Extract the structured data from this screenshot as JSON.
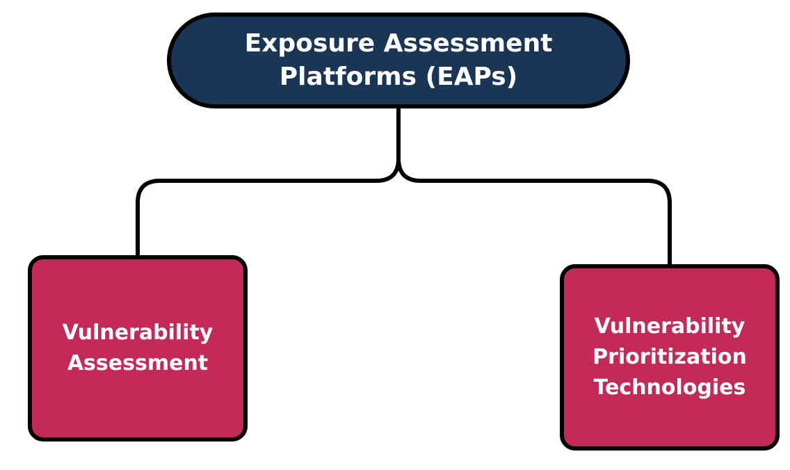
{
  "diagram": {
    "root": {
      "label": "Exposure Assessment Platforms (EAPs)",
      "color": "#1a3657"
    },
    "children": [
      {
        "label": "Vulnerability Assessment",
        "color": "#c42a57"
      },
      {
        "label": "Vulnerability Prioritization Technologies",
        "color": "#c42a57"
      }
    ],
    "connector_color": "#000000"
  }
}
